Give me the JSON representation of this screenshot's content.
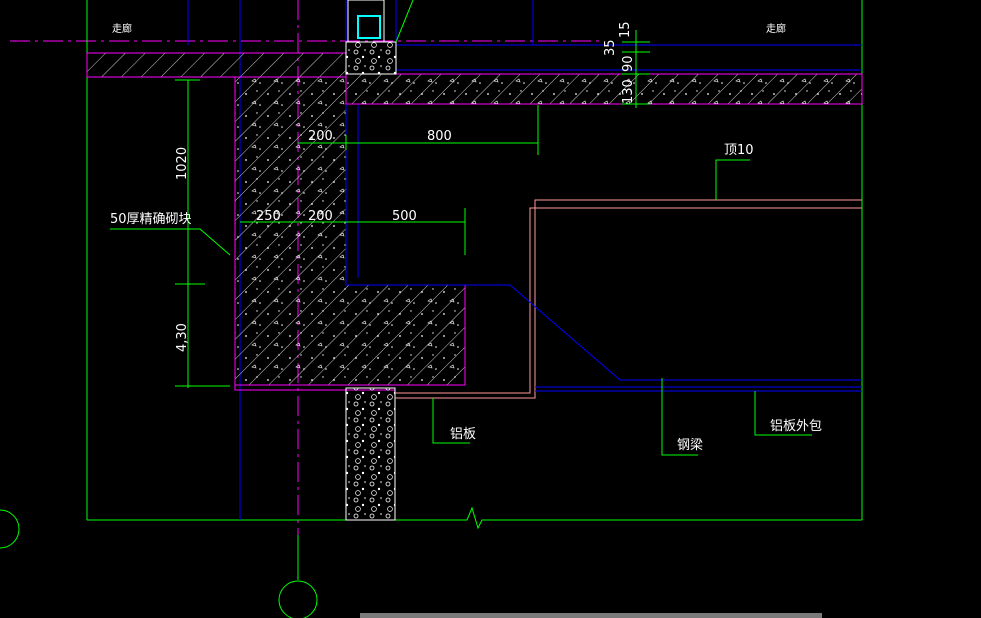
{
  "drawing": {
    "labels": {
      "top_left": "走廊",
      "top_right": "走廊",
      "precise_block": "50厚精确砌块",
      "ceiling": "顶10",
      "aluminum_panel": "铝板",
      "steel_beam": "钢梁",
      "aluminum_cladding": "铝板外包"
    },
    "dimensions": {
      "d15": "15",
      "d35": "35",
      "d90": "90",
      "d130": "130",
      "d200_top": "200",
      "d800": "800",
      "d1020": "1020",
      "d250": "250",
      "d200_mid": "200",
      "d500": "500",
      "d430": "4,30"
    }
  },
  "colors": {
    "background": "#000000",
    "green": "#00ff00",
    "blue": "#0000ff",
    "magenta": "#ff00ff",
    "pink": "#ff9999",
    "cyan": "#00ffff",
    "white": "#ffffff",
    "scrollbar": "#7a7a7a"
  }
}
